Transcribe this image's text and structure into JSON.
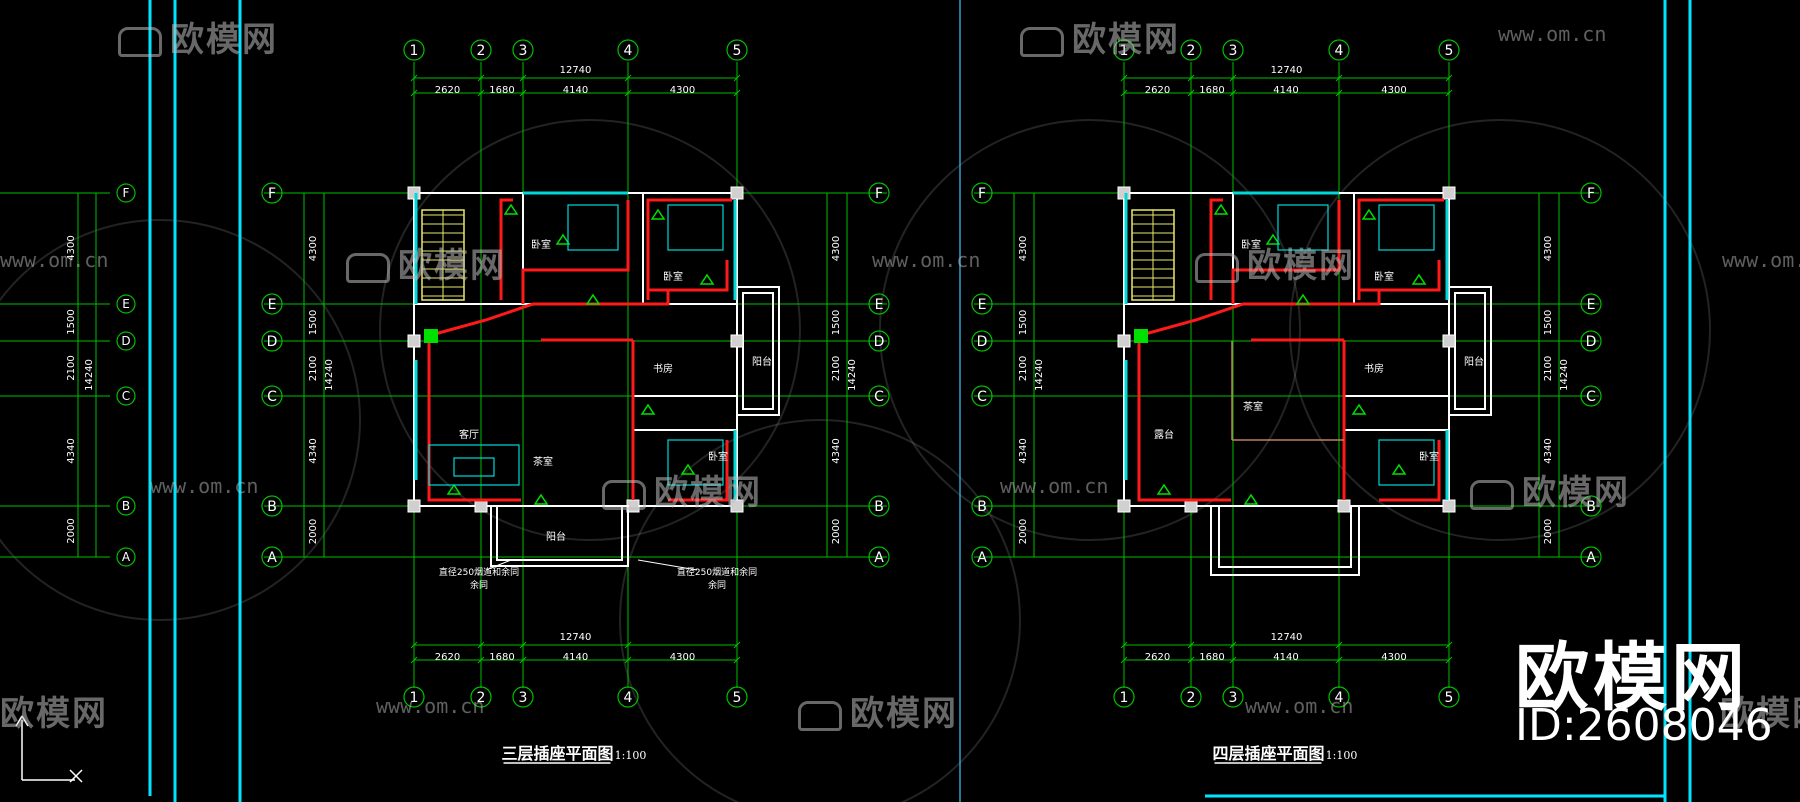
{
  "plans": [
    {
      "title": "三层插座平面图",
      "scale": "1:100",
      "rooms": [
        "卧室",
        "卧室",
        "客厅",
        "茶室",
        "书房",
        "卧室",
        "阳台",
        "阳台"
      ],
      "notes": [
        "直径250烟道和余同",
        "直径250烟道和余同",
        "余同",
        "余同"
      ]
    },
    {
      "title": "四层插座平面图",
      "scale": "1:100",
      "rooms": [
        "卧室",
        "卧室",
        "露台",
        "茶室",
        "书房",
        "卧室",
        "阳台"
      ]
    }
  ],
  "grid": {
    "columns": [
      "1",
      "2",
      "3",
      "4",
      "5"
    ],
    "rows": [
      "F",
      "E",
      "D",
      "C",
      "B",
      "A"
    ]
  },
  "dimensions": {
    "column_spacings": [
      "2620",
      "1680",
      "4140",
      "4300"
    ],
    "total_width": "12740",
    "row_spacings": [
      "4300",
      "1500",
      "2100",
      "4340",
      "2000"
    ],
    "total_depth": "14240"
  },
  "watermark": {
    "brand": "欧模网",
    "url": "www.om.cn",
    "id": "ID:2608046"
  },
  "colors": {
    "background": "#000000",
    "frame": "#00e5ff",
    "grid_line": "#00c000",
    "wall": "#ffffff",
    "circuit": "#ff1a1a",
    "stair": "#e8e86a",
    "text": "#ffffff"
  }
}
